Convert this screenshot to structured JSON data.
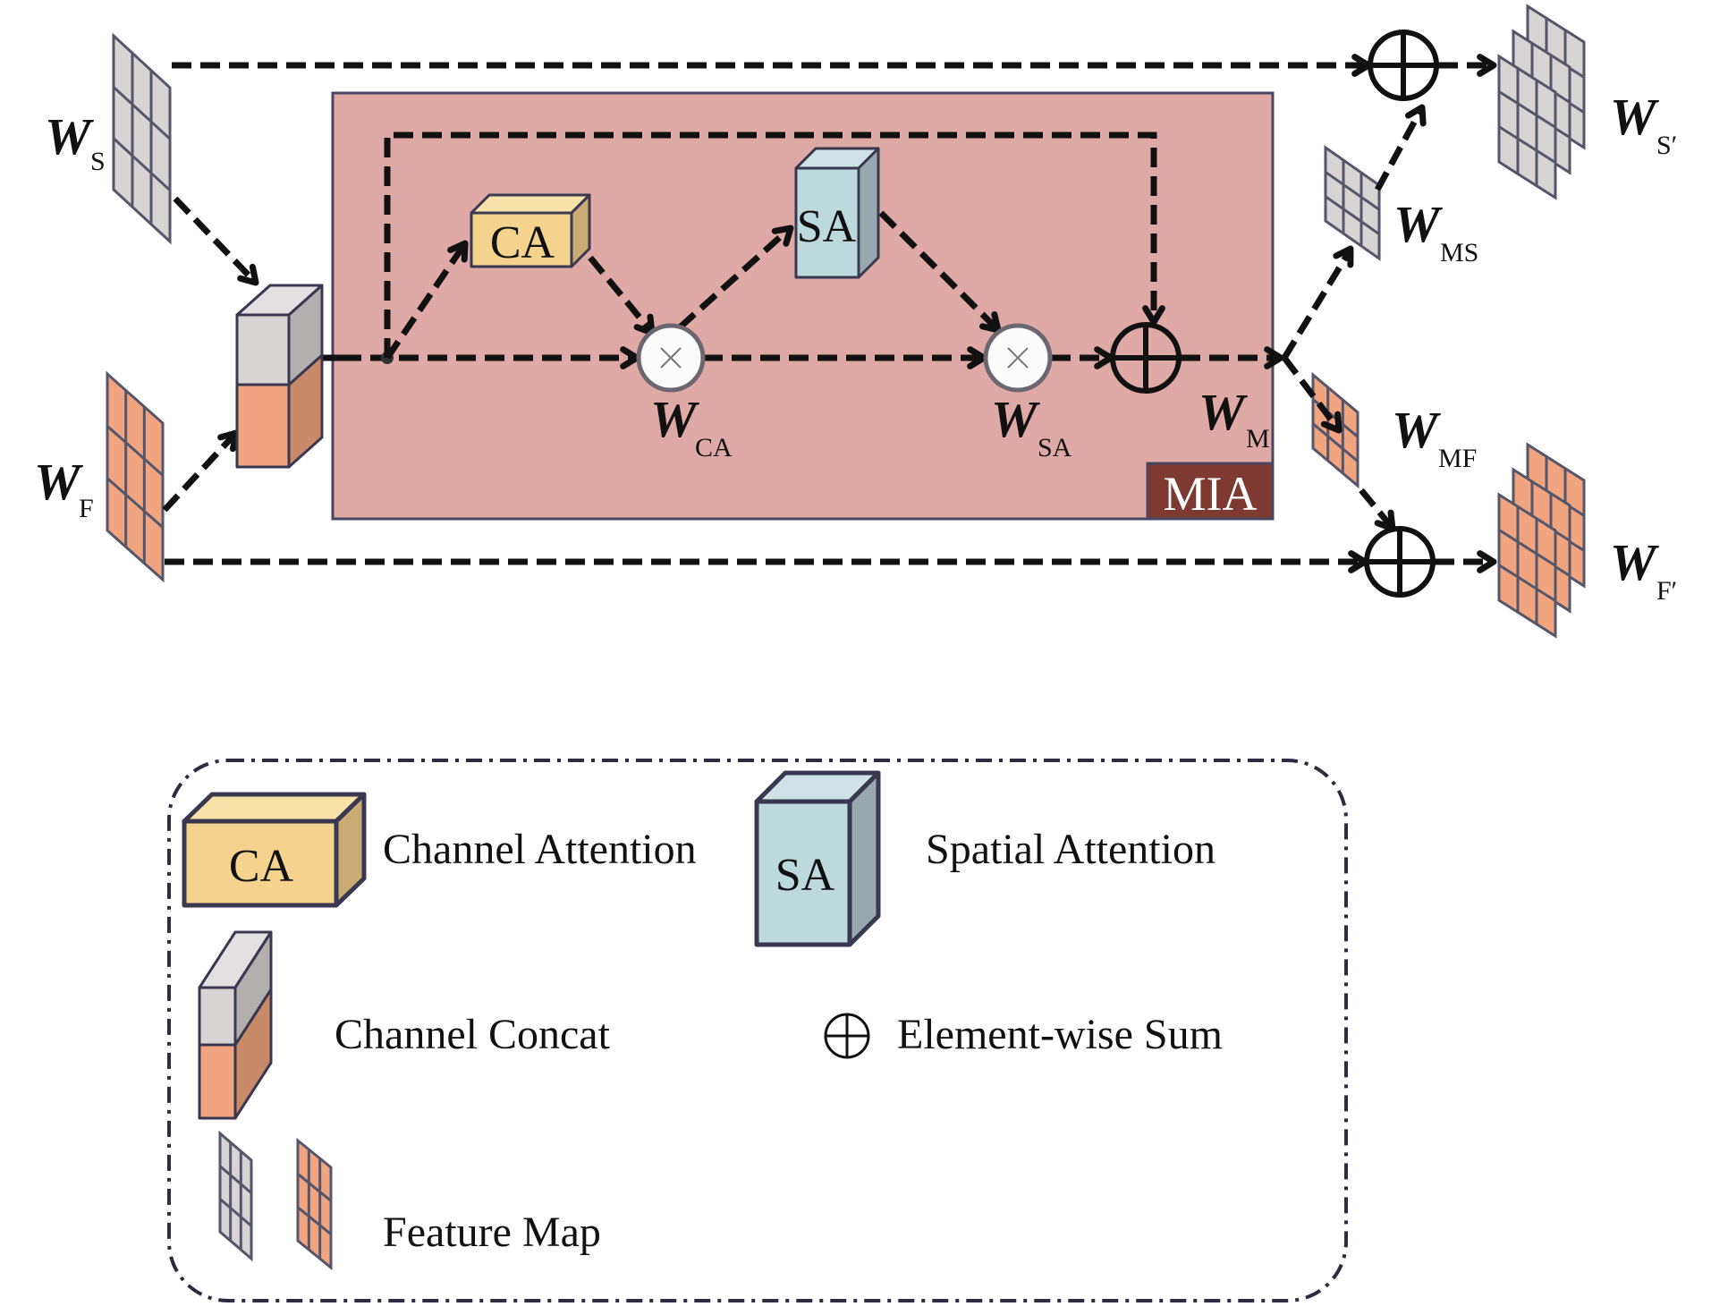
{
  "diagram": {
    "module_label": "MIA",
    "blocks": {
      "ca": "CA",
      "sa": "SA"
    },
    "labels": {
      "ws": {
        "main": "W",
        "sub": "S"
      },
      "wf": {
        "main": "W",
        "sub": "F"
      },
      "wca": {
        "main": "W",
        "sub": "CA"
      },
      "wsa": {
        "main": "W",
        "sub": "SA"
      },
      "wm": {
        "main": "W",
        "sub": "M"
      },
      "wms": {
        "main": "W",
        "sub": "MS"
      },
      "wmf": {
        "main": "W",
        "sub": "MF"
      },
      "ws_prime": {
        "main": "W",
        "sub": "S′"
      },
      "wf_prime": {
        "main": "W",
        "sub": "F′"
      }
    },
    "operators": {
      "multiply": "×",
      "sum": "⊕"
    }
  },
  "legend": {
    "items": [
      {
        "icon": "CA",
        "label": "Channel Attention"
      },
      {
        "icon": "SA",
        "label": "Spatial Attention"
      },
      {
        "label": "Channel Concat"
      },
      {
        "label": "Element-wise Sum"
      },
      {
        "label": "Feature Map"
      }
    ]
  },
  "colors": {
    "mia_bg": "#dfa9a6",
    "mia_border": "#4a4660",
    "mia_badge": "#7e3a31",
    "ca_front": "#f4d38e",
    "ca_top": "#f9e2a8",
    "ca_side": "#c9ab73",
    "sa_front": "#bcd9dc",
    "sa_top": "#cfe3e6",
    "sa_side": "#98a9ad",
    "gray_map": "#d8d4d4",
    "orange_map": "#f0a580",
    "grid_line": "#55566a"
  }
}
